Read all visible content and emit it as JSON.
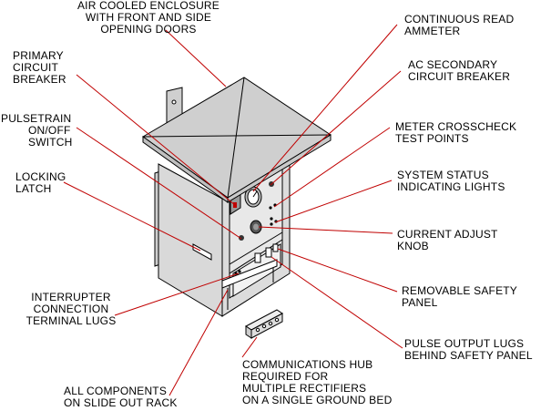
{
  "colors": {
    "leader": "#c00000",
    "enclosure_fill": "#d9d9d9",
    "roof_fill": "#cfcfcf",
    "panel_fill": "#eeeeee",
    "outline": "#000000"
  },
  "labels": {
    "enclosure": [
      "AIR COOLED ENCLOSURE",
      "WITH FRONT AND SIDE",
      "OPENING DOORS"
    ],
    "ammeter": [
      "CONTINUOUS READ",
      "AMMETER"
    ],
    "primary_breaker": [
      "PRIMARY",
      "CIRCUIT",
      "BREAKER"
    ],
    "ac_secondary_breaker": [
      "AC SECONDARY",
      "CIRCUIT BREAKER"
    ],
    "pulsetrain_switch": [
      "PULSETRAIN",
      "ON/OFF",
      "SWITCH"
    ],
    "meter_crosscheck": [
      "METER CROSSCHECK",
      "TEST POINTS"
    ],
    "locking_latch": [
      "LOCKING",
      "LATCH"
    ],
    "status_lights": [
      "SYSTEM STATUS",
      "INDICATING LIGHTS"
    ],
    "current_adjust": [
      "CURRENT ADJUST",
      "KNOB"
    ],
    "safety_panel": [
      "REMOVABLE SAFETY",
      "PANEL"
    ],
    "interrupter_lugs": [
      "INTERRUPTER",
      "CONNECTION",
      "TERMINAL LUGS"
    ],
    "pulse_output": [
      "PULSE OUTPUT LUGS",
      "BEHIND SAFETY PANEL"
    ],
    "comms_hub": [
      "COMMUNICATIONS HUB",
      "REQUIRED FOR",
      "MULTIPLE RECTIFIERS",
      "ON A SINGLE GROUND BED"
    ],
    "slide_rack": [
      "ALL COMPONENTS",
      "ON SLIDE OUT RACK"
    ]
  }
}
